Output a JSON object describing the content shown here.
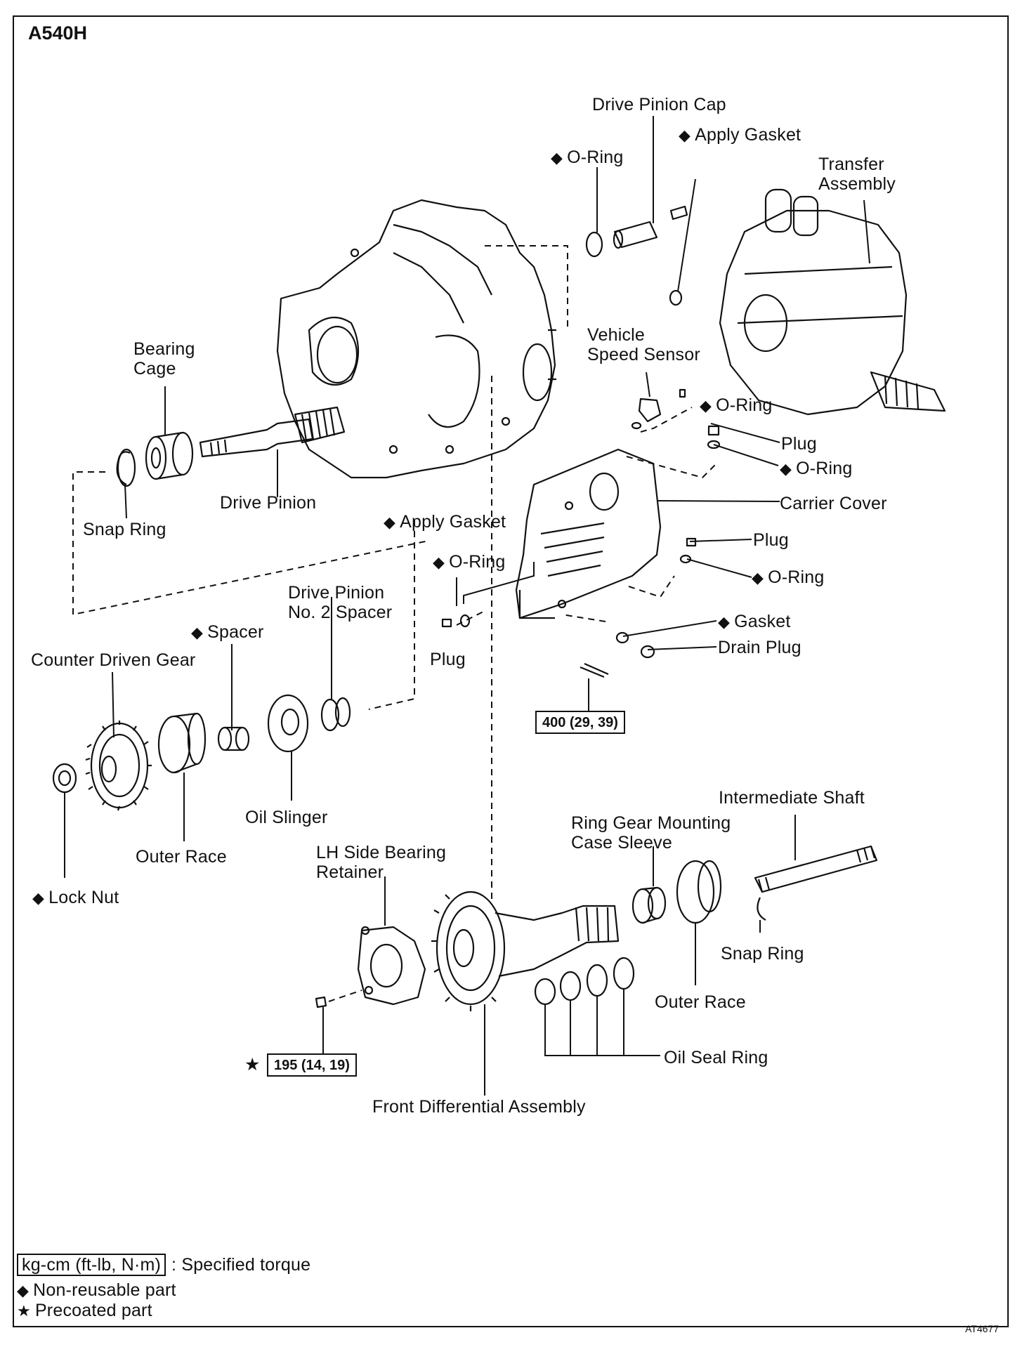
{
  "diagram_title": "A540H",
  "figure_code": "AT4677",
  "markers": {
    "non_reusable": "◆",
    "precoated": "★"
  },
  "labels": {
    "drive_pinion_cap": "Drive Pinion Cap",
    "apply_gasket_top": "Apply Gasket",
    "o_ring_top": "O-Ring",
    "transfer_assembly_1": "Transfer",
    "transfer_assembly_2": "Assembly",
    "vehicle_speed_sensor_1": "Vehicle",
    "vehicle_speed_sensor_2": "Speed Sensor",
    "o_ring_vss": "O-Ring",
    "plug_upper": "Plug",
    "o_ring_plug_upper": "O-Ring",
    "carrier_cover": "Carrier Cover",
    "bearing_cage_1": "Bearing",
    "bearing_cage_2": "Cage",
    "drive_pinion": "Drive Pinion",
    "snap_ring_left": "Snap Ring",
    "apply_gasket_mid": "Apply Gasket",
    "o_ring_mid": "O-Ring",
    "plug_mid_right": "Plug",
    "o_ring_mid_right": "O-Ring",
    "plug_left": "Plug",
    "gasket": "Gasket",
    "drain_plug": "Drain Plug",
    "drive_pinion_spacer_1": "Drive Pinion",
    "drive_pinion_spacer_2": "No. 2 Spacer",
    "spacer": "Spacer",
    "counter_driven_gear": "Counter Driven Gear",
    "oil_slinger": "Oil Slinger",
    "outer_race_left": "Outer Race",
    "lock_nut": "Lock Nut",
    "intermediate_shaft": "Intermediate Shaft",
    "ring_gear_sleeve_1": "Ring Gear Mounting",
    "ring_gear_sleeve_2": "Case Sleeve",
    "lh_retainer_1": "LH Side Bearing",
    "lh_retainer_2": "Retainer",
    "snap_ring_right": "Snap Ring",
    "outer_race_right": "Outer Race",
    "oil_seal_ring": "Oil Seal Ring",
    "front_differential": "Front Differential Assembly"
  },
  "torques": {
    "carrier_bolt": "400 (29, 39)",
    "retainer_bolt": "195 (14, 19)"
  },
  "legend": {
    "torque_unit": "kg-cm (ft-lb, N·m)",
    "torque_desc": ": Specified torque",
    "non_reusable": "Non-reusable part",
    "precoated": "Precoated part"
  }
}
